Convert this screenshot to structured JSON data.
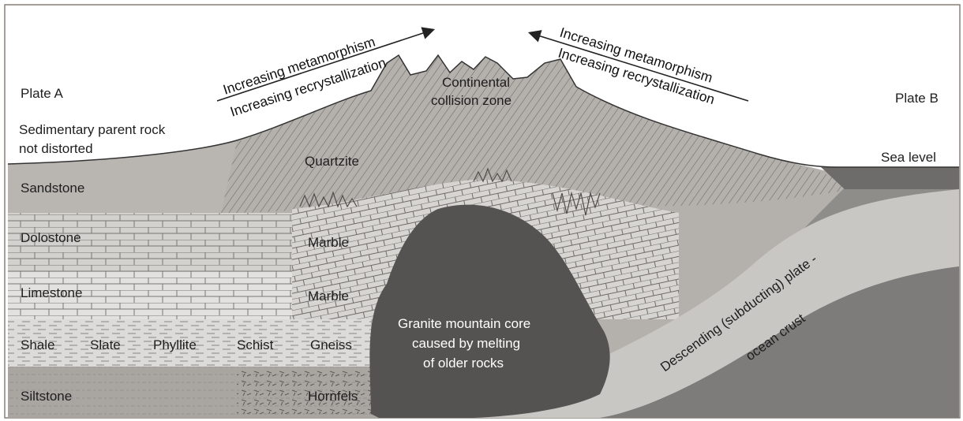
{
  "plates": {
    "left": "Plate A",
    "right": "Plate B"
  },
  "sea_level": "Sea level",
  "parent_rock_note": {
    "line1": "Sedimentary parent rock",
    "line2": "not distorted"
  },
  "collision_zone": {
    "line1": "Continental",
    "line2": "collision zone"
  },
  "arrows": {
    "left": {
      "line1": "Increasing metamorphism",
      "line2": "Increasing recrystallization"
    },
    "right": {
      "line1": "Increasing metamorphism",
      "line2": "Increasing recrystallization"
    }
  },
  "parent_rocks": [
    "Sandstone",
    "Dolostone",
    "Limestone",
    "Shale",
    "Siltstone"
  ],
  "metamorphic_rocks": {
    "quartzite": "Quartzite",
    "marble_upper": "Marble",
    "marble_lower": "Marble",
    "slate": "Slate",
    "phyllite": "Phyllite",
    "schist": "Schist",
    "gneiss": "Gneiss",
    "hornfels": "Hornfels"
  },
  "granite_core": {
    "line1": "Granite mountain core",
    "line2": "caused by melting",
    "line3": "of older rocks"
  },
  "subducting_plate": {
    "line1": "Descending (subducting) plate -",
    "line2": "ocean crust"
  },
  "colors": {
    "sky": "#ffffff",
    "sandstone": "#b9b6b2",
    "quartzite": "#a29f9b",
    "dolostone": "#d3d1ce",
    "limestone": "#e2e1df",
    "shale": "#dcdbd9",
    "siltstone": "#a9a6a2",
    "granite": "#555351",
    "ocean_crust": "#c9c7c4",
    "mantle": "#7e7c7a",
    "sea": "#6e6c6a"
  }
}
